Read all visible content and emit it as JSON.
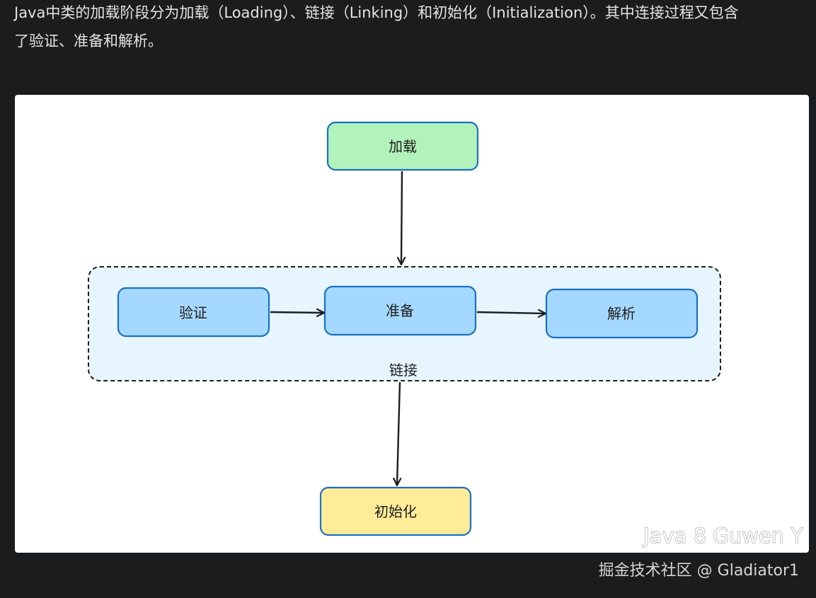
{
  "intro": {
    "line1": "Java中类的加载阶段分为加载（Loading）、链接（Linking）和初始化（Initialization）。其中连接过程又包含",
    "line2": "了验证、准备和解析。"
  },
  "diagram": {
    "nodes": {
      "loading": "加载",
      "verify": "验证",
      "prepare": "准备",
      "resolve": "解析",
      "init": "初始化"
    },
    "group_label": "链接",
    "watermark": "Java 8 Guwen Y",
    "colors": {
      "loading_fill": "#b2f2bb",
      "linking_fill": "#a5d8ff",
      "init_fill": "#ffec99",
      "group_fill": "#e7f5ff",
      "node_stroke": "#1971c2",
      "arrow": "#1e1e1e"
    }
  },
  "credit": "掘金技术社区 @ Gladiator1"
}
